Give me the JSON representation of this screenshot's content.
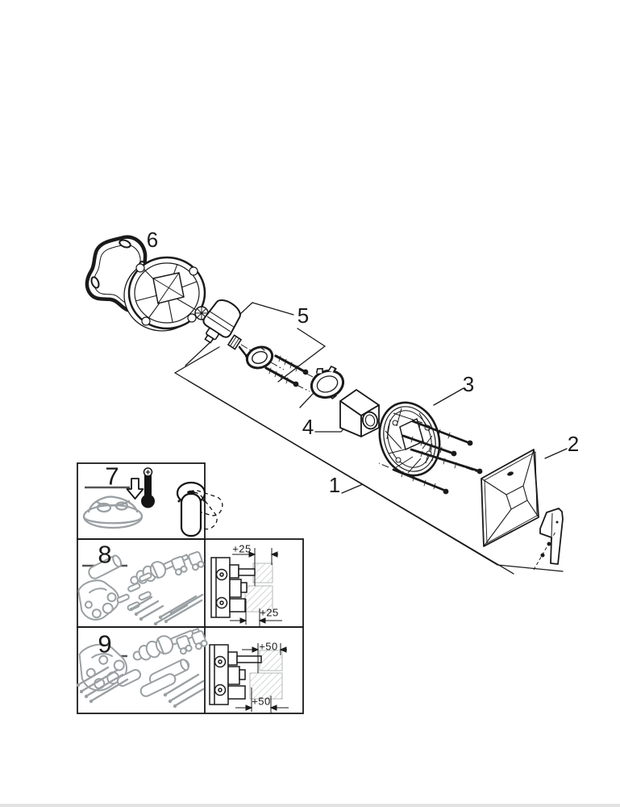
{
  "figure": {
    "type": "exploded-parts-diagram",
    "callouts": {
      "c1": "1",
      "c2": "2",
      "c3": "3",
      "c4": "4",
      "c5": "5",
      "c6": "6"
    },
    "insets": {
      "box7": {
        "number": "7"
      },
      "box8": {
        "number": "8",
        "dim_top": "+25",
        "dim_bottom": "+25"
      },
      "box9": {
        "number": "9",
        "dim_top": "+50",
        "dim_bottom": "+50"
      }
    },
    "colors": {
      "line": "#1a1a1a",
      "gray_part": "#9aa0a3",
      "hatch": "#c2c6c8"
    }
  }
}
